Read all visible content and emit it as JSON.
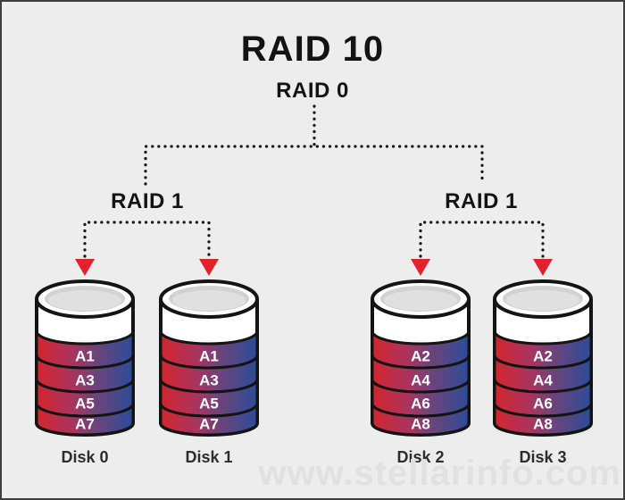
{
  "diagram": {
    "title": "RAID 10",
    "raid0_label": "RAID 0",
    "groups": [
      {
        "label": "RAID 1",
        "disks": [
          {
            "name": "Disk 0",
            "blocks": [
              "A1",
              "A3",
              "A5",
              "A7"
            ]
          },
          {
            "name": "Disk 1",
            "blocks": [
              "A1",
              "A3",
              "A5",
              "A7"
            ]
          }
        ]
      },
      {
        "label": "RAID 1",
        "disks": [
          {
            "name": "Disk 2",
            "blocks": [
              "A2",
              "A4",
              "A6",
              "A8"
            ]
          },
          {
            "name": "Disk 3",
            "blocks": [
              "A2",
              "A4",
              "A6",
              "A8"
            ]
          }
        ]
      }
    ],
    "watermark": "www.stellarinfo.com",
    "colors": {
      "background": "#ededed",
      "border": "#3e3e3e",
      "text": "#131313",
      "connector": "#161616",
      "arrow_red": "#e4212b",
      "stripe_red": "#d4252d",
      "stripe_purple": "#6f4379",
      "stripe_blue": "#2b4c99",
      "watermark_gray": "#e1e1e1"
    }
  }
}
